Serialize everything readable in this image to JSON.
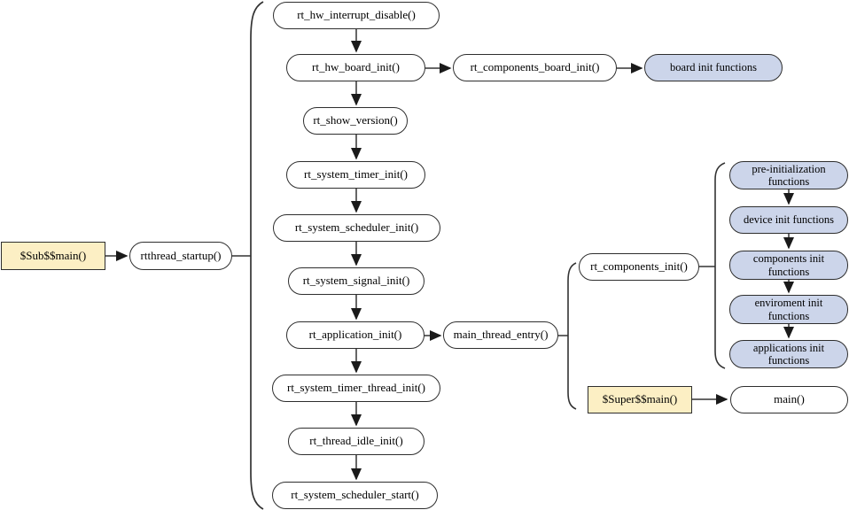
{
  "nodes": {
    "sub_main": {
      "label": "$Sub$$main()"
    },
    "rtthread_startup": {
      "label": "rtthread_startup()"
    },
    "startup_chain": [
      "rt_hw_interrupt_disable()",
      "rt_hw_board_init()",
      "rt_show_version()",
      "rt_system_timer_init()",
      "rt_system_scheduler_init()",
      "rt_system_signal_init()",
      "rt_application_init()",
      "rt_system_timer_thread_init()",
      "rt_thread_idle_init()",
      "rt_system_scheduler_start()"
    ],
    "board_chain": [
      "rt_components_board_init()",
      "board init functions"
    ],
    "main_thread_entry": "main_thread_entry()",
    "rt_components_init": "rt_components_init()",
    "components_chain": [
      "pre-initialization functions",
      "device init functions",
      "components init functions",
      "enviroment init functions",
      "applications init functions"
    ],
    "super_main": {
      "label": "$Super$$main()"
    },
    "main": {
      "label": "main()"
    }
  },
  "colors": {
    "entry_fill": "#fcefc4",
    "group_fill": "#ccd5ea",
    "node_fill": "#ffffff",
    "border": "#2e2e2e",
    "arrow": "#333333"
  }
}
